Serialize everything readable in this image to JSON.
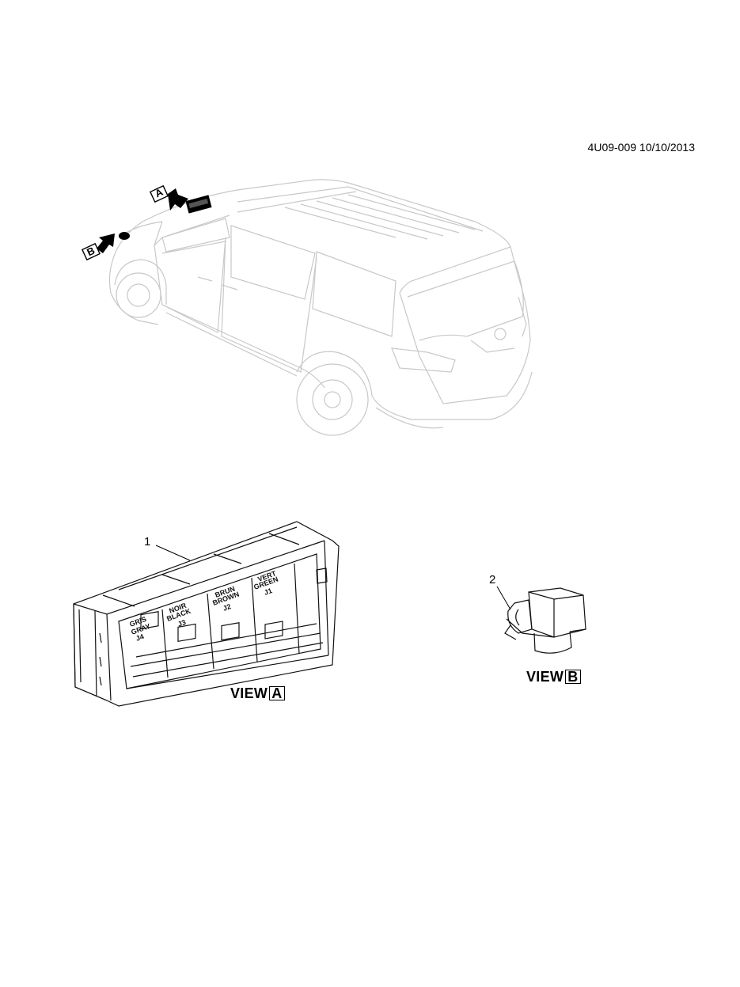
{
  "doc_id": "4U09-009 10/10/2013",
  "arrows": {
    "a": "A",
    "b": "B"
  },
  "callouts": {
    "one": "1",
    "two": "2"
  },
  "view_a": {
    "prefix": "VIEW",
    "letter": "A"
  },
  "view_b": {
    "prefix": "VIEW",
    "letter": "B"
  },
  "fuse_box_labels": [
    {
      "line1": "GRIS",
      "line2": "GRAY",
      "line3": "J4"
    },
    {
      "line1": "NOIR",
      "line2": "BLACK",
      "line3": "J3"
    },
    {
      "line1": "BRUN",
      "line2": "BROWN",
      "line3": "J2"
    },
    {
      "line1": "VERT",
      "line2": "GREEN",
      "line3": "J1"
    }
  ]
}
